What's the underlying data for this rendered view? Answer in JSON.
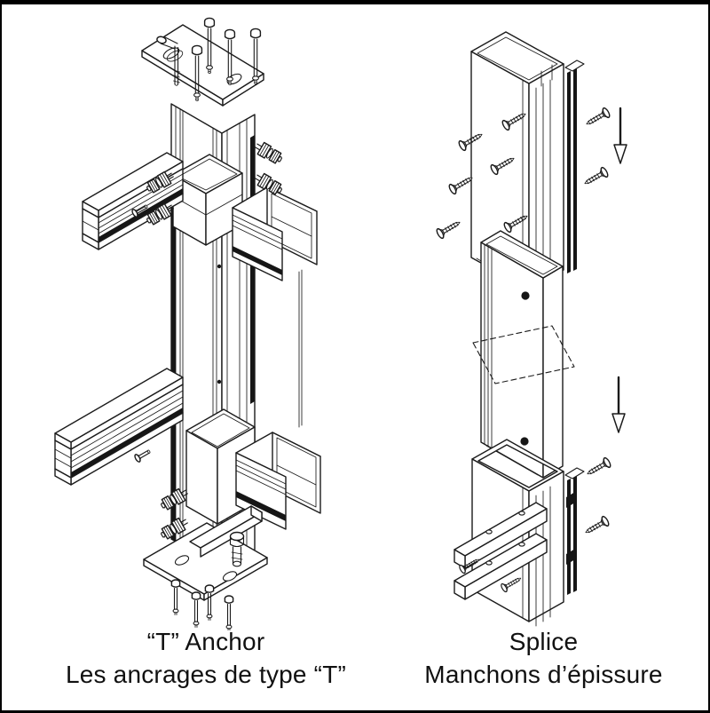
{
  "page": {
    "background": "#ffffff",
    "border_color": "#000000",
    "line_color": "#1b1b1b",
    "gasket_color": "#161616"
  },
  "figures": {
    "left": {
      "caption_en": "“T” Anchor",
      "caption_fr": "Les ancrages de type “T”"
    },
    "right": {
      "caption_en": "Splice",
      "caption_fr": "Manchons d’épissure"
    }
  }
}
